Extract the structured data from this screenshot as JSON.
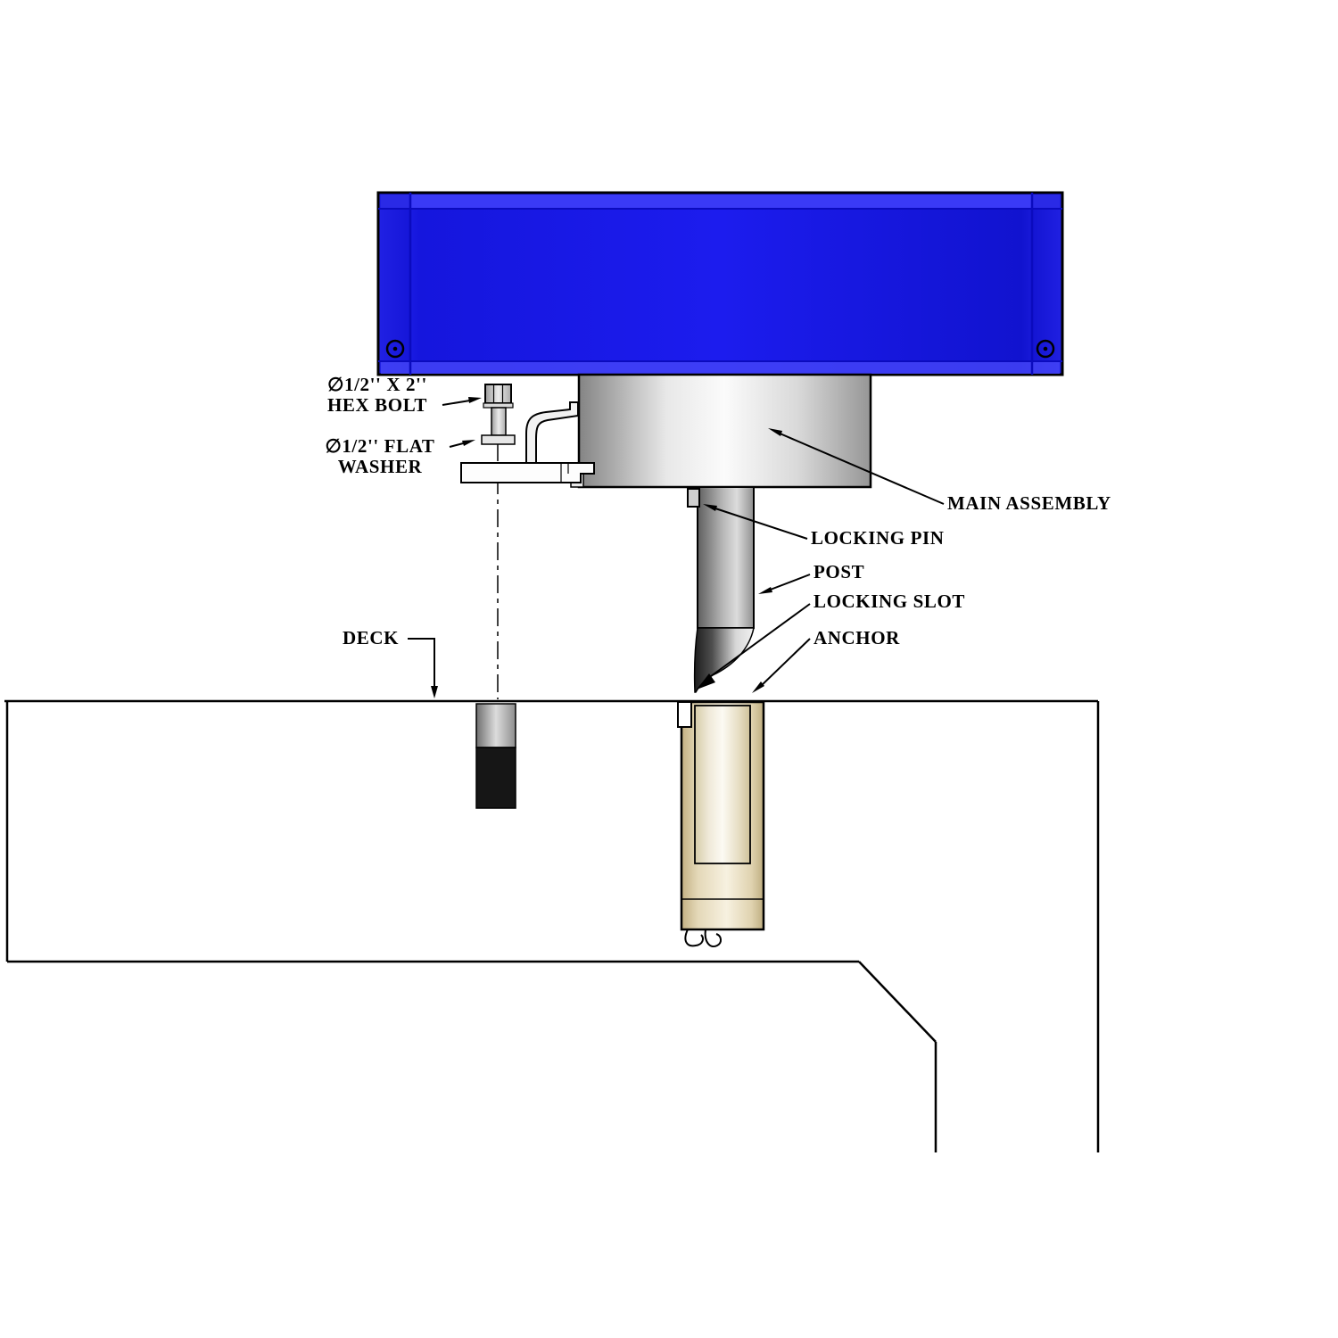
{
  "diagram": {
    "labels": {
      "hex_bolt_line1": "∅1/2'' X 2''",
      "hex_bolt_line2": "HEX BOLT",
      "flat_washer_line1": "∅1/2'' FLAT",
      "flat_washer_line2": "WASHER",
      "main_assembly": "MAIN ASSEMBLY",
      "locking_pin": "LOCKING PIN",
      "post": "POST",
      "locking_slot": "LOCKING SLOT",
      "anchor": "ANCHOR",
      "deck": "DECK"
    },
    "colors": {
      "background": "#ffffff",
      "line": "#000000",
      "assembly_blue": "#1c1cee",
      "assembly_blue_dark": "#0b0bbe",
      "assembly_blue_light": "#3d3df7",
      "cylinder_silver": "#d9d9d9",
      "post_gray": "#9a9a9a",
      "anchor_tan": "#d8c69c",
      "anchor_bore_cream": "#f6efdd",
      "hole_dark": "#161616"
    }
  }
}
